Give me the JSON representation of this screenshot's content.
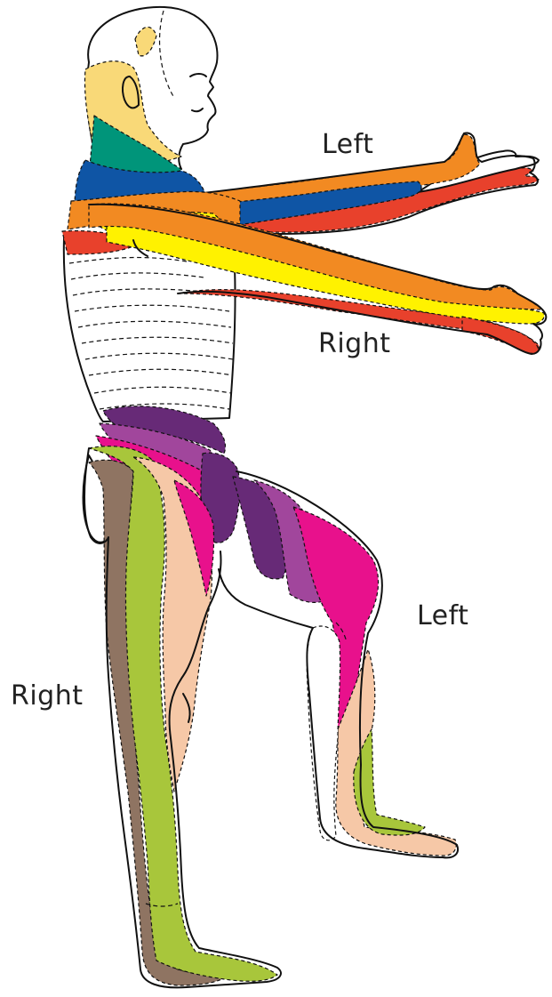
{
  "labels": {
    "arm_left": "Left",
    "arm_right": "Right",
    "leg_left": "Left",
    "leg_right": "Right"
  },
  "colors": {
    "yellow_light": "#f9d978",
    "teal": "#00957a",
    "blue": "#0f55a5",
    "orange": "#f28a22",
    "yellow": "#fff200",
    "red": "#e8412c",
    "purple_dark": "#672a77",
    "purple": "#a1469c",
    "magenta": "#e8118c",
    "peach": "#f6c8a7",
    "lime": "#a8c63b",
    "brown": "#8f7462",
    "outline": "#111111"
  }
}
